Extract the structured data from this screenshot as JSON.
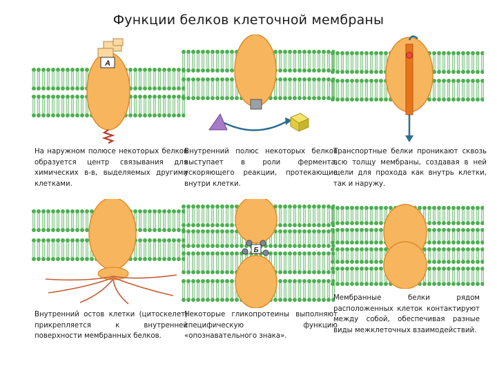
{
  "title": "Функции белков клеточной мембраны",
  "panels": [
    {
      "caption": "На наружном полюсе некоторых белков образуется центр связывания для химических в-в, выделяемых другими клетками.",
      "label": "A"
    },
    {
      "caption": "Внутренний полюс некоторых белков выступает в роли фермента, ускоряющего реакции, протекающие внутри клетки."
    },
    {
      "caption": "Транспортные белки проникают сквозь всю толщу мембраны, создавая в ней щели для прохода как внутрь клетки, так и наружу."
    },
    {
      "caption": "Внутренний остов клетки (цитоскелет) прикрепляется к внутренней поверхности мембранных белков."
    },
    {
      "caption": "Некоторые гликопротеины выполняют специфическую функцию «опознавательного знака».",
      "label": "Б"
    },
    {
      "caption": "Мембранные белки рядом расположенных клеток контактируют между собой, обеспечивая разные виды межклеточных взаимодействий."
    }
  ],
  "colors": {
    "membrane": "#4caf50",
    "protein": "#f7b55e",
    "protein_edge": "#e08a2a",
    "background": "#ffffff"
  }
}
